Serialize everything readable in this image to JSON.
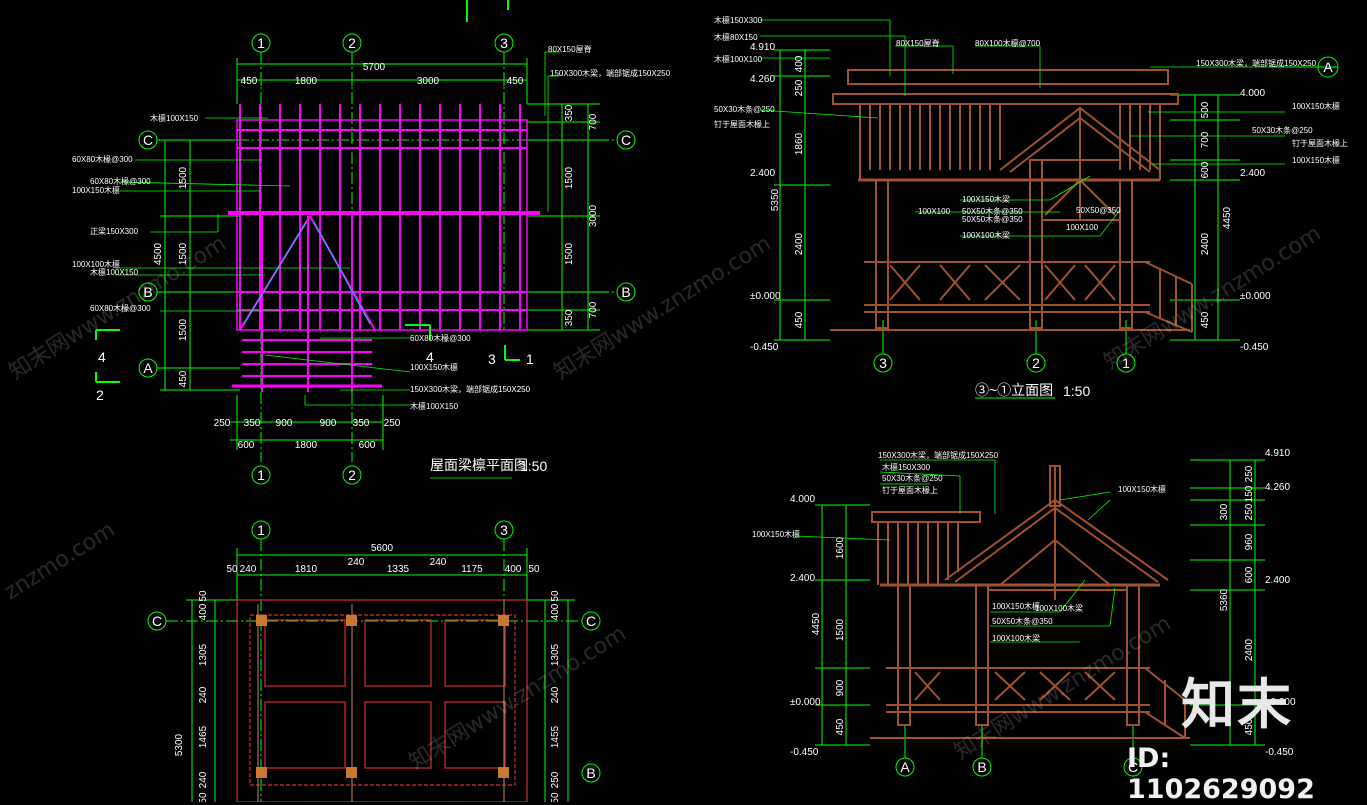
{
  "titles": {
    "roof_plan": "屋面梁檩平面图",
    "roof_plan_scale": "1:50",
    "elev1": "③~①立面图",
    "elev1_scale": "1:50"
  },
  "grid_labels": {
    "n1": "1",
    "n2": "2",
    "n3": "3",
    "A": "A",
    "B": "B",
    "C": "C"
  },
  "plan": {
    "top_total": "5700",
    "top_segments": [
      "450",
      "1800",
      "3000",
      "450"
    ],
    "bottom_segments1": [
      "250",
      "350",
      "900",
      "900",
      "350",
      "250"
    ],
    "bottom_segments2": [
      "600",
      "1800",
      "600"
    ],
    "left_segments": [
      "1500",
      "1500",
      "1500",
      "450"
    ],
    "left_total": "4500",
    "right_segments": [
      "350",
      "700",
      "1500",
      "1500",
      "700",
      "350"
    ],
    "right_total": "3000",
    "labels": [
      "木檩100X150",
      "60X80木椽@300",
      "60X80木椽@300",
      "100X150木檩",
      "正梁150X300",
      "100X100木檩",
      "木檩100X150",
      "60X80木椽@300",
      "80X150屋脊",
      "150X300木梁，端部锯成150X250",
      "60X80木椽@300",
      "100X150木檩",
      "150X300木梁，端部锯成150X250",
      "木檩100X150"
    ],
    "section_marks": [
      "4",
      "2",
      "4",
      "3",
      "1"
    ]
  },
  "foundation": {
    "top_total": "5600",
    "top_segments": [
      "50",
      "240",
      "1810",
      "240",
      "1335",
      "240",
      "1175",
      "400",
      "50"
    ],
    "left_total": "5300",
    "left_segments": [
      "50",
      "400",
      "1305",
      "240",
      "1465",
      "240",
      "50"
    ],
    "right_segments": [
      "50",
      "400",
      "1305",
      "240",
      "1455",
      "250",
      "50"
    ]
  },
  "elev1": {
    "left_levels": [
      "4.910",
      "4.260",
      "2.400",
      "±0.000",
      "-0.450"
    ],
    "right_levels": [
      "4.000",
      "2.400",
      "±0.000",
      "-0.450"
    ],
    "left_dims": [
      "400",
      "250",
      "1860",
      "5350",
      "2400",
      "450"
    ],
    "right_dims": [
      "500",
      "700",
      "600",
      "4450",
      "2400",
      "450"
    ],
    "labels": [
      "木檩150X300",
      "木檩80X150",
      "木檩100X100",
      "80X150屋脊",
      "80X100木檩@700",
      "50X30木条@250",
      "钉于屋面木椽上",
      "150X300木梁，端部锯成150X250",
      "100X150木檩",
      "50X30木条@250",
      "钉于屋面木椽上",
      "100X150木檩",
      "100X150木梁",
      "100X100",
      "50X50木条@350",
      "50X50木条@350",
      "100X100木梁",
      "50X50@350",
      "100X100"
    ]
  },
  "elev2": {
    "left_levels": [
      "4.000",
      "2.400",
      "±0.000",
      "-0.450"
    ],
    "right_levels": [
      "4.910",
      "4.260",
      "2.400",
      "±0.000",
      "-0.450"
    ],
    "left_dims": [
      "1600",
      "4450",
      "1500",
      "900",
      "450"
    ],
    "right_dims": [
      "250",
      "150",
      "300",
      "250",
      "960",
      "600",
      "5360",
      "2400",
      "450"
    ],
    "labels": [
      "150X300木梁，端部锯成150X250",
      "木檩150X300",
      "50X30木条@250",
      "钉于屋面木椽上",
      "100X150木檩",
      "100X150木檩",
      "100X150木檩",
      "100X100木梁",
      "50X50木条@350",
      "100X100木梁"
    ]
  },
  "watermarks": [
    "知末网www.znzmo.com",
    "znzmo.com"
  ],
  "brand": {
    "logo_text": "知末",
    "id_text": "ID: 1102629092"
  },
  "colors": {
    "dim": "#00ff00",
    "roof": "#ff00ff",
    "timber": "#a0522d",
    "text": "#ffffff",
    "grid": "#00ff00",
    "column": "#b8860b",
    "foundation": "#d03030"
  }
}
